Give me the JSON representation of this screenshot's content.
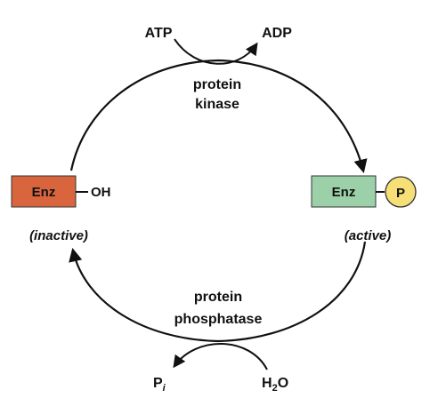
{
  "labels": {
    "atp": "ATP",
    "adp": "ADP",
    "kinase_line1": "protein",
    "kinase_line2": "kinase",
    "phosphatase_line1": "protein",
    "phosphatase_line2": "phosphatase",
    "pi_main": "P",
    "pi_sub": "i",
    "water_h": "H",
    "water_sub": "2",
    "water_o": "O"
  },
  "inactive": {
    "enzyme": "Enz",
    "group": "OH",
    "state": "(inactive)"
  },
  "active": {
    "enzyme": "Enz",
    "phosphate": "P",
    "state": "(active)"
  },
  "colors": {
    "inactive_box": "#d9653f",
    "active_box": "#9bd0a8",
    "phosphate_circle": "#f6df76",
    "line": "#111111"
  }
}
